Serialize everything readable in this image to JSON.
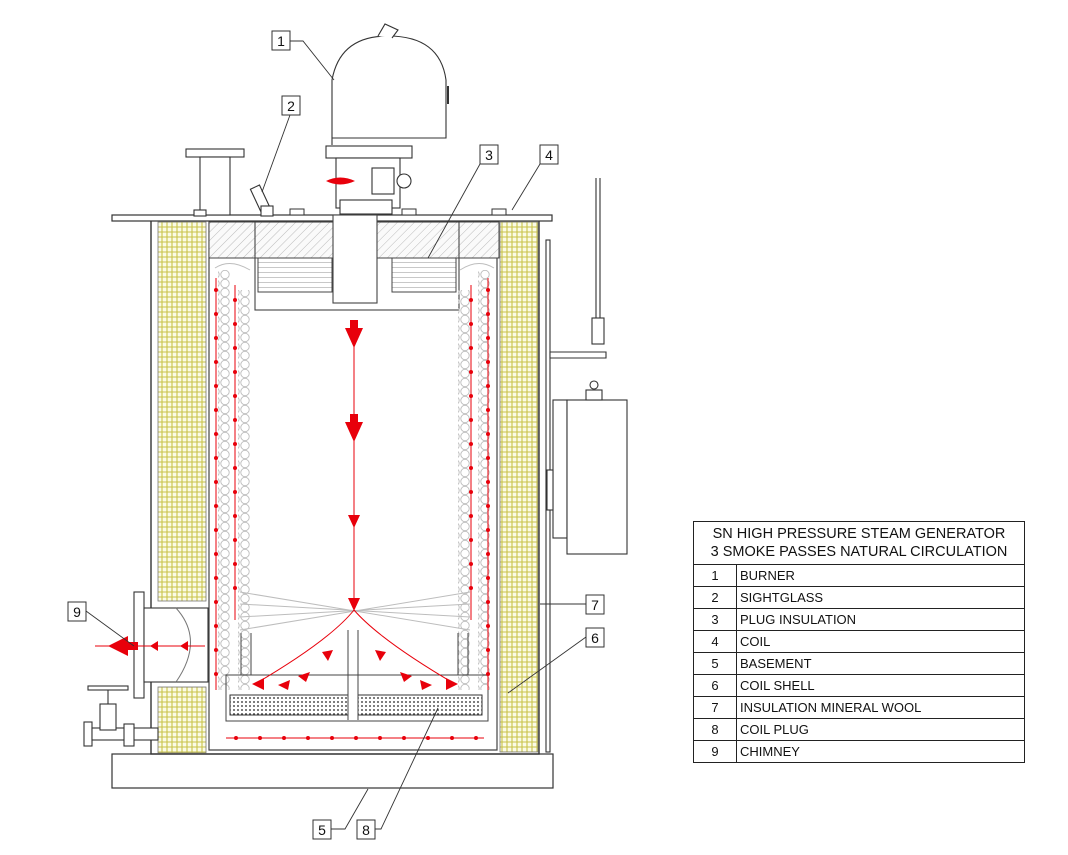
{
  "legend": {
    "title_line1": "SN HIGH PRESSURE STEAM GENERATOR",
    "title_line2": "3 SMOKE PASSES NATURAL CIRCULATION",
    "items": [
      {
        "num": "1",
        "label": "BURNER"
      },
      {
        "num": "2",
        "label": "SIGHTGLASS"
      },
      {
        "num": "3",
        "label": "PLUG INSULATION"
      },
      {
        "num": "4",
        "label": "COIL"
      },
      {
        "num": "5",
        "label": "BASEMENT"
      },
      {
        "num": "6",
        "label": "COIL SHELL"
      },
      {
        "num": "7",
        "label": "INSULATION MINERAL WOOL"
      },
      {
        "num": "8",
        "label": "COIL PLUG"
      },
      {
        "num": "9",
        "label": "CHIMNEY"
      }
    ]
  },
  "callouts": [
    "1",
    "2",
    "3",
    "4",
    "5",
    "6",
    "7",
    "8",
    "9"
  ],
  "colors": {
    "line": "#333333",
    "flow": "#e8000b",
    "insulation": "#c9c24a"
  }
}
